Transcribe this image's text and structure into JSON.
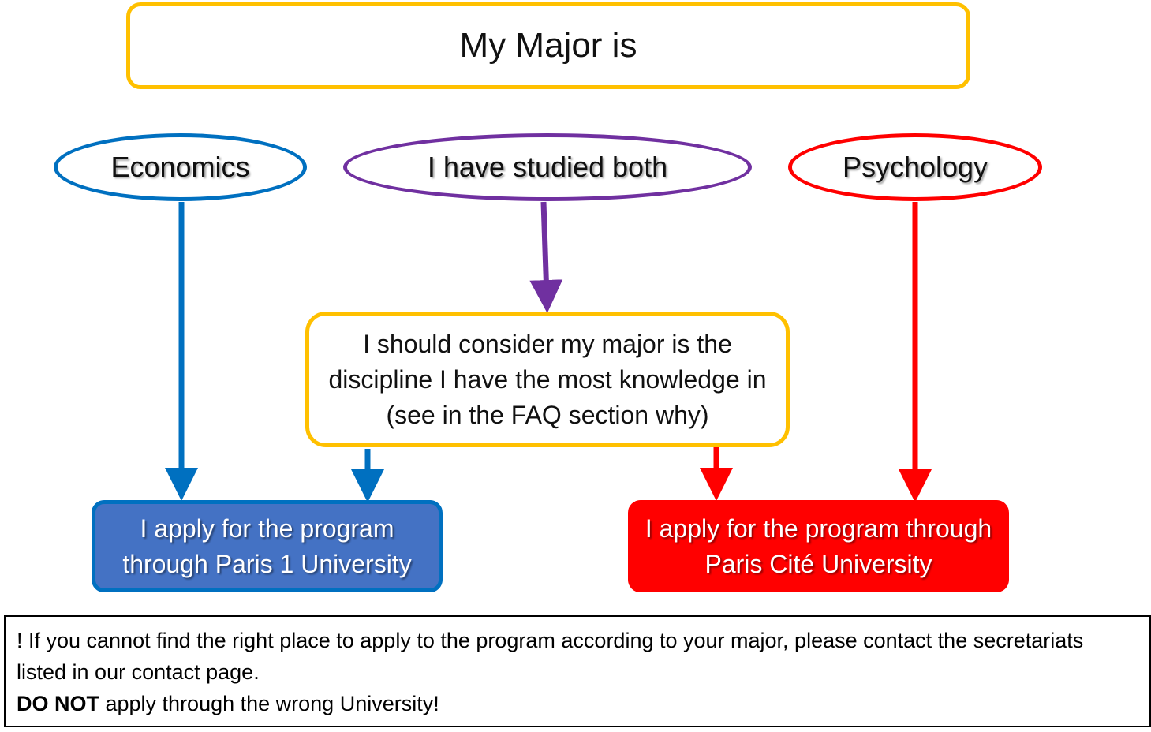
{
  "title": "My Major is",
  "majors": {
    "economics": "Economics",
    "both": "I have studied both",
    "psychology": "Psychology"
  },
  "middle_box": {
    "text": "I should consider my major is the discipline I have the most knowledge in (see in the FAQ section why)"
  },
  "outcomes": {
    "paris1": "I apply for the program through Paris 1 University",
    "cite": "I apply for the program through Paris Cité University"
  },
  "note": {
    "line1": "! If you cannot find the right place to apply to the program according to your major, please contact the secretariats listed in our contact page.",
    "emphasis": "DO NOT",
    "line2_rest": " apply through the wrong University!"
  },
  "colors": {
    "title_border": "#FFC000",
    "economics": "#0070C0",
    "both": "#7030A0",
    "psychology": "#FF0000",
    "paris1_fill": "#4472C4",
    "cite_fill": "#FF0000"
  }
}
